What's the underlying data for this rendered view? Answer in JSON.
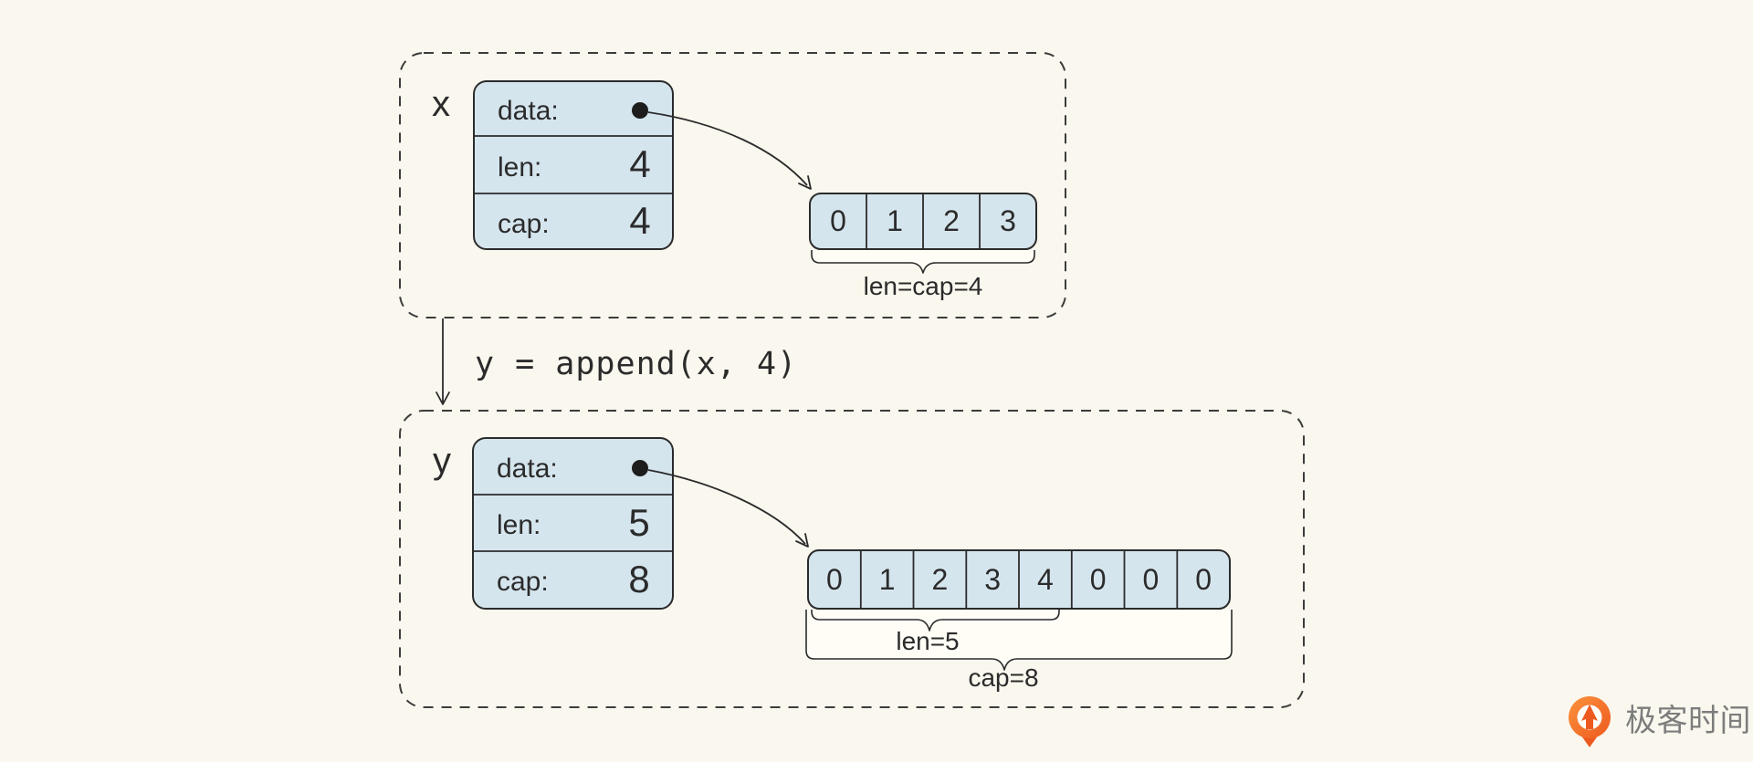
{
  "canvas": {
    "background": "#faf7ee"
  },
  "colors": {
    "box_fill": "#d5e5ee",
    "stroke": "#2b2b2b",
    "dashed_border": "#3c3c3c",
    "brace_fill": "#fffdf6",
    "logo_orange": "#ed5a1f",
    "logo_orange_light": "#fb923d",
    "logo_text_gray": "#7d7d7d"
  },
  "diagram": {
    "slice_x": {
      "name": "x",
      "fields": [
        {
          "label": "data:"
        },
        {
          "label": "len:",
          "value": "4"
        },
        {
          "label": "cap:",
          "value": "4"
        }
      ],
      "cells": [
        "0",
        "1",
        "2",
        "3"
      ],
      "brace_label": "len=cap=4"
    },
    "operation": "y = append(x, 4)",
    "slice_y": {
      "name": "y",
      "fields": [
        {
          "label": "data:"
        },
        {
          "label": "len:",
          "value": "5"
        },
        {
          "label": "cap:",
          "value": "8"
        }
      ],
      "cells": [
        "0",
        "1",
        "2",
        "3",
        "4",
        "0",
        "0",
        "0"
      ],
      "len_brace_label": "len=5",
      "cap_brace_label": "cap=8"
    }
  },
  "branding": {
    "logo_text": "极客时间"
  }
}
